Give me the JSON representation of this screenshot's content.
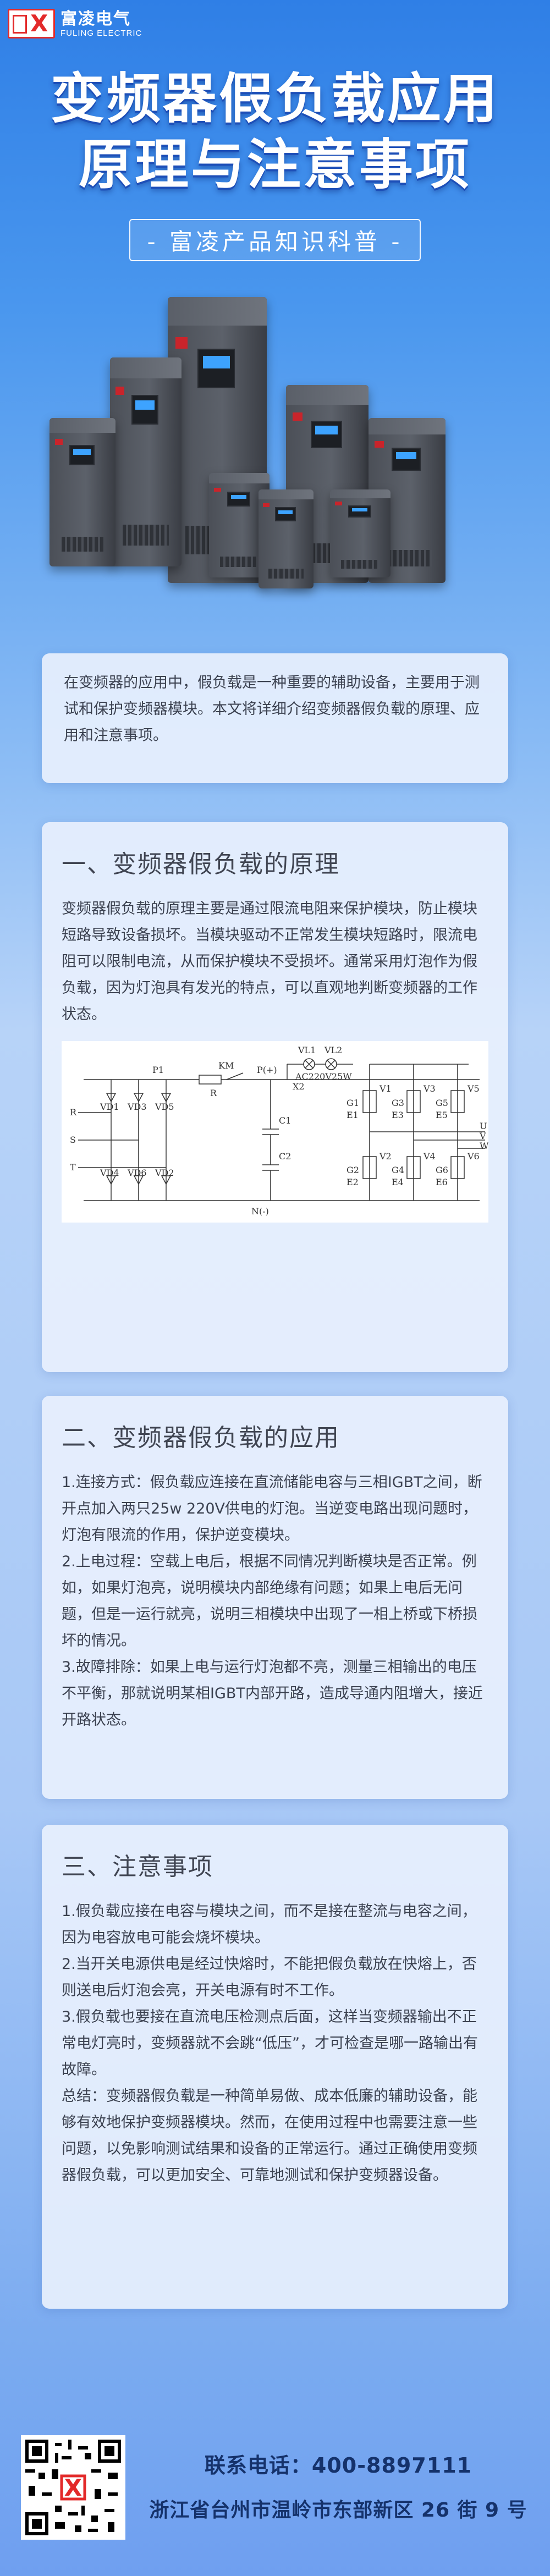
{
  "brand": {
    "cn": "富凌电气",
    "en": "FULING ELECTRIC",
    "accent": "#e32a2a"
  },
  "header": {
    "title_line1": "变频器假负载应用",
    "title_line2": "原理与注意事项",
    "subtitle": "- 富凌产品知识科普 -"
  },
  "intro": {
    "text": "在变频器的应用中，假负载是一种重要的辅助设备，主要用于测试和保护变频器模块。本文将详细介绍变频器假负载的原理、应用和注意事项。"
  },
  "section1": {
    "title": "一、变频器假负载的原理",
    "text": "变频器假负载的原理主要是通过限流电阻来保护模块，防止模块短路导致设备损坏。当模块驱动不正常发生模块短路时，限流电阻可以限制电流，从而保护模块不受损坏。通常采用灯泡作为假负载，因为灯泡具有发光的特点，可以直观地判断变频器的工作状态。",
    "diagram_labels": [
      "P1",
      "KM",
      "P(+)",
      "VL1",
      "VL2",
      "R",
      "AC220V25W",
      "X2",
      "VD1",
      "VD3",
      "VD5",
      "VD4",
      "VD6",
      "VD2",
      "C1",
      "C2",
      "N(-)",
      "V1",
      "V3",
      "V5",
      "V2",
      "V4",
      "V6",
      "G1",
      "E1",
      "G3",
      "E3",
      "G5",
      "E5",
      "G2",
      "E2",
      "G4",
      "E4",
      "G6",
      "E6",
      "U",
      "V",
      "W",
      "R",
      "S",
      "T"
    ]
  },
  "section2": {
    "title": "二、变频器假负载的应用",
    "paragraphs": [
      "1.连接方式：假负载应连接在直流储能电容与三相IGBT之间，断开点加入两只25w 220V供电的灯泡。当逆变电路出现问题时，灯泡有限流的作用，保护逆变模块。",
      "2.上电过程：空载上电后，根据不同情况判断模块是否正常。例如，如果灯泡亮，说明模块内部绝缘有问题；如果上电后无问题，但是一运行就亮，说明三相模块中出现了一相上桥或下桥损坏的情况。",
      "3.故障排除：如果上电与运行灯泡都不亮，测量三相输出的电压不平衡，那就说明某相IGBT内部开路，造成导通内阻增大，接近开路状态。"
    ]
  },
  "section3": {
    "title": "三、注意事项",
    "paragraphs": [
      "1.假负载应接在电容与模块之间，而不是接在整流与电容之间，因为电容放电可能会烧坏模块。",
      "2.当开关电源供电是经过快熔时，不能把假负载放在快熔上，否则送电后灯泡会亮，开关电源有时不工作。",
      "3.假负载也要接在直流电压检测点后面，这样当变频器输出不正常电灯亮时，变频器就不会跳“低压”，才可检查是哪一路输出有故障。",
      "总结：变频器假负载是一种简单易做、成本低廉的辅助设备，能够有效地保护变频器模块。然而，在使用过程中也需要注意一些问题，以免影响测试结果和设备的正常运行。通过正确使用变频器假负载，可以更加安全、可靠地测试和保护变频器设备。"
    ]
  },
  "footer": {
    "phone": "联系电话：400-8897111",
    "address": "浙江省台州市温岭市东部新区 26 街 9 号"
  }
}
